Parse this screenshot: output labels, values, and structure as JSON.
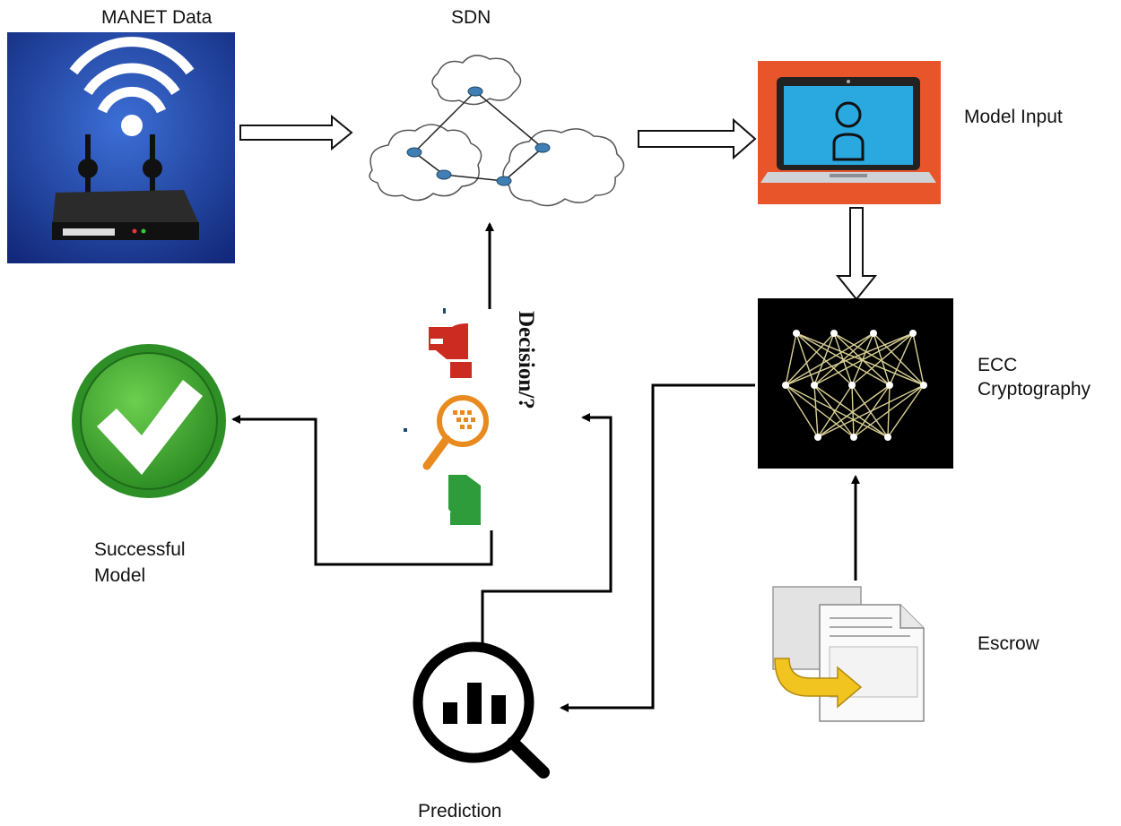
{
  "nodes": {
    "manet": {
      "label": "MANET Data",
      "icon": "wifi-router-icon"
    },
    "sdn": {
      "label": "SDN",
      "icon": "cloud-network-icon"
    },
    "model_input": {
      "label": "Model Input",
      "icon": "laptop-user-icon"
    },
    "ecc": {
      "label_line1": "ECC",
      "label_line2": "Cryptography",
      "icon": "neural-network-icon"
    },
    "escrow": {
      "label": "Escrow",
      "icon": "document-transfer-icon"
    },
    "prediction": {
      "label": "Prediction",
      "icon": "magnifier-chart-icon"
    },
    "successful": {
      "label_line1": "Successful",
      "label_line2": "Model",
      "icon": "checkmark-icon"
    },
    "decision": {
      "label": "Decision/?",
      "icon": "thumbs-magnifier-icon"
    }
  },
  "colors": {
    "router_bg": "#1d3fa3",
    "laptop_frame": "#e8552b",
    "laptop_screen": "#2aa8e0",
    "nn_bg": "#000000",
    "check_green": "#3aa833",
    "thumb_down": "#cc2b22",
    "thumb_up": "#2e9c3a",
    "magnifier_orange": "#e88a1e"
  }
}
